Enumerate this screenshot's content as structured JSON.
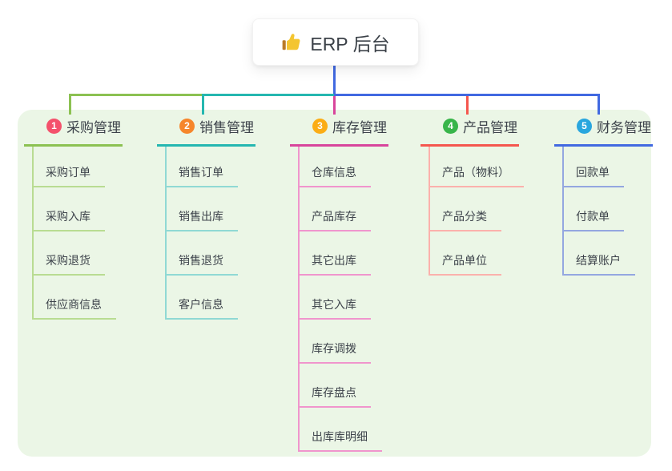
{
  "root": {
    "label": "ERP 后台",
    "icon": "thumbs-up-icon"
  },
  "branches": [
    {
      "index": "1",
      "label": "采购管理",
      "badge_color": "#f4516c",
      "line_color": "#8cc152",
      "child_line_color": "#b9dc92",
      "children": [
        "采购订单",
        "采购入库",
        "采购退货",
        "供应商信息"
      ]
    },
    {
      "index": "2",
      "label": "销售管理",
      "badge_color": "#f6862b",
      "line_color": "#25b7b0",
      "child_line_color": "#90d9d4",
      "children": [
        "销售订单",
        "销售出库",
        "销售退货",
        "客户信息"
      ]
    },
    {
      "index": "3",
      "label": "库存管理",
      "badge_color": "#fbad15",
      "line_color": "#d8459c",
      "child_line_color": "#f095cd",
      "children": [
        "仓库信息",
        "产品库存",
        "其它出库",
        "其它入库",
        "库存调拨",
        "库存盘点",
        "出库库明细"
      ]
    },
    {
      "index": "4",
      "label": "产品管理",
      "badge_color": "#38b54a",
      "line_color": "#f5564e",
      "child_line_color": "#fbb1ac",
      "children": [
        "产品（物料）",
        "产品分类",
        "产品单位"
      ]
    },
    {
      "index": "5",
      "label": "财务管理",
      "badge_color": "#29a6de",
      "line_color": "#4169e1",
      "child_line_color": "#94a7e0",
      "children": [
        "回款单",
        "付款单",
        "结算账户"
      ]
    }
  ],
  "colors": {
    "canvas_bg": "#ffffff",
    "group_bg": "#ebf6e6",
    "root_connector": "#4169e1",
    "text": "#3d434b"
  }
}
